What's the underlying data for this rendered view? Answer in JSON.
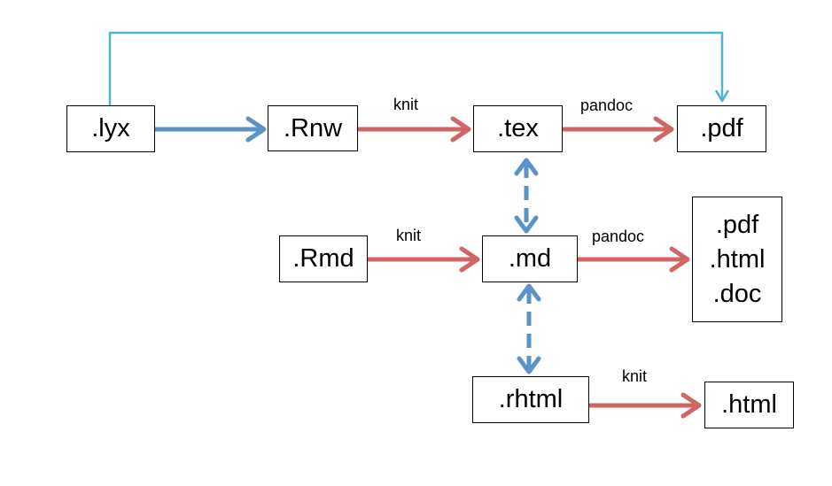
{
  "nodes": {
    "lyx": ".lyx",
    "rnw": ".Rnw",
    "tex": ".tex",
    "pdf": ".pdf",
    "rmd": ".Rmd",
    "md": ".md",
    "outputs": [
      ".pdf",
      ".html",
      ".doc"
    ],
    "rhtml": ".rhtml",
    "html": ".html"
  },
  "edge_labels": {
    "rnw_to_tex": "knit",
    "tex_to_pdf": "pandoc",
    "rmd_to_md": "knit",
    "md_to_outputs": "pandoc",
    "rhtml_to_html": "knit"
  },
  "colors": {
    "red_arrow": "#d06565",
    "blue_arrow": "#5b93c6",
    "cyan_connector": "#4fb3d0"
  }
}
